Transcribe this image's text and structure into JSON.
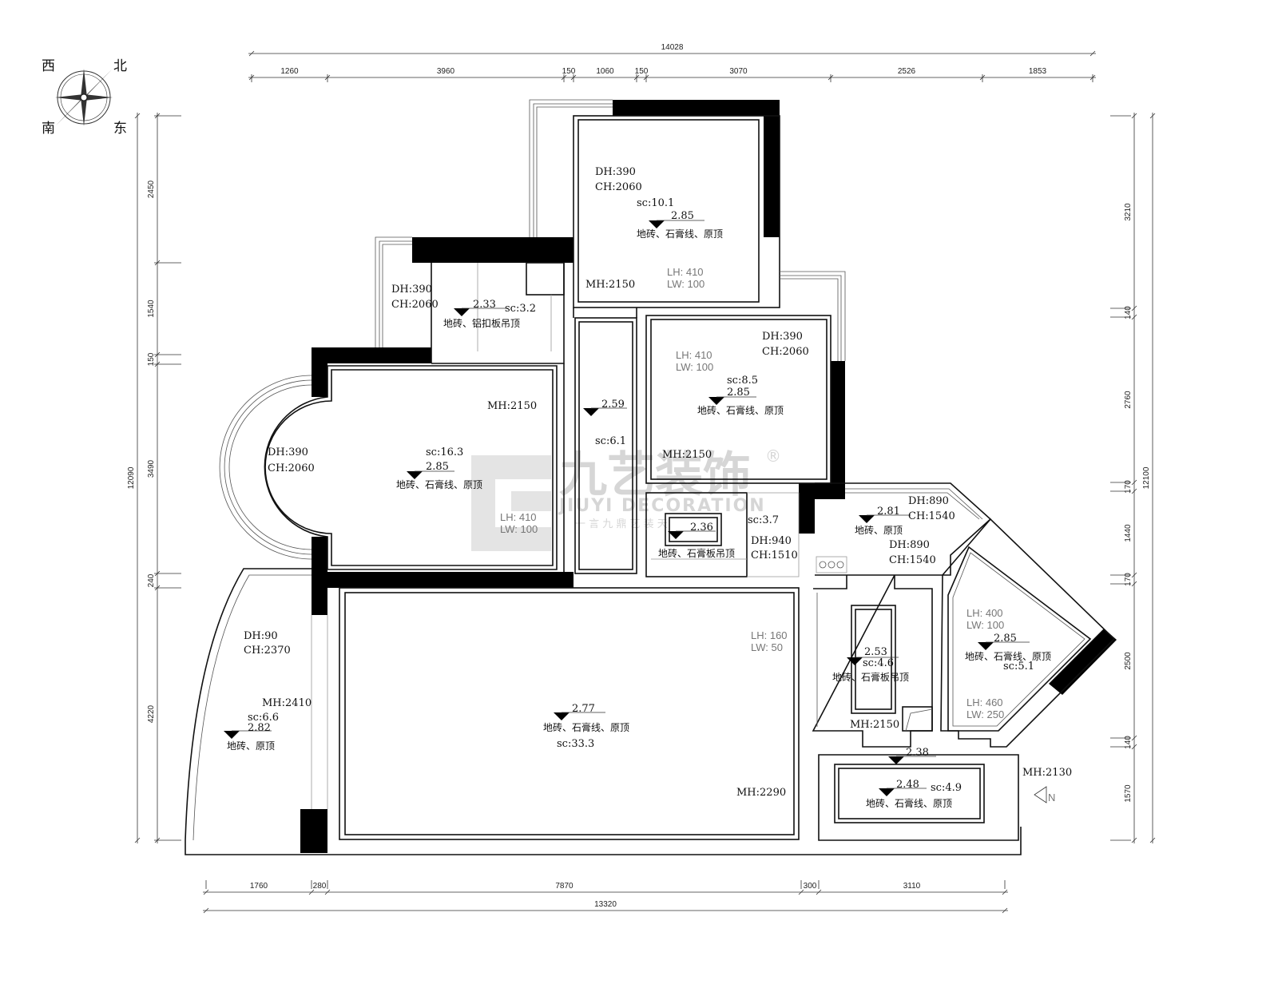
{
  "compass": {
    "west": "西",
    "north": "北",
    "south": "南",
    "east": "东"
  },
  "watermark": {
    "cn": "九艺装饰",
    "en": "JIUYI DECORATION",
    "slogan": "一 言 九 鼎   艺 装 天",
    "mark": "®"
  },
  "dimensions": {
    "top_total": "14028",
    "top": [
      "1260",
      "3960",
      "150",
      "1060",
      "150",
      "3070",
      "2526",
      "1853"
    ],
    "left_total": "12090",
    "left": [
      "2450",
      "1540",
      "150",
      "3490",
      "240",
      "4220"
    ],
    "right_total": "12100",
    "right": [
      "3210",
      "140",
      "2760",
      "170",
      "1440",
      "170",
      "2500",
      "140",
      "1570"
    ],
    "bottom_total": "13320",
    "bottom": [
      "1760",
      "280",
      "7870",
      "300",
      "3110"
    ]
  },
  "rooms": {
    "master_north": {
      "dh": "DH:390",
      "ch": "CH:2060",
      "sc": "sc:10.1",
      "level": "2.85",
      "finish": "地砖、石膏线、原顶",
      "mh": "MH:2150",
      "lh": "LH: 410",
      "lw": "LW: 100"
    },
    "small_room": {
      "dh": "DH:390",
      "ch": "CH:2060",
      "level": "2.33",
      "sc": "sc:3.2",
      "finish": "地砖、铝扣板吊顶"
    },
    "bedroom_east": {
      "dh": "DH:390",
      "ch": "CH:2060",
      "lh": "LH: 410",
      "lw": "LW: 100",
      "sc": "sc:8.5",
      "level": "2.85",
      "finish": "地砖、石膏线、原顶",
      "mh": "MH:2150"
    },
    "corridor": {
      "level": "2.59",
      "sc": "sc:6.1"
    },
    "bedroom_arched": {
      "mh": "MH:2150",
      "dh": "DH:390",
      "ch": "CH:2060",
      "sc": "sc:16.3",
      "level": "2.85",
      "finish": "地砖、石膏线、原顶",
      "lh": "LH: 410",
      "lw": "LW: 100"
    },
    "bath_small": {
      "level": "2.36",
      "finish": "地砖、石膏板吊顶",
      "sc": "sc:3.7",
      "dh": "DH:940",
      "ch": "CH:1510"
    },
    "kitchen": {
      "level": "2.81",
      "dh1": "DH:890",
      "ch1": "CH:1540",
      "finish": "地砖、原顶",
      "dh2": "DH:890",
      "ch2": "CH:1540"
    },
    "bath_mid": {
      "lh": "LH: 160",
      "lw": "LW: 50",
      "level": "2.53",
      "sc": "sc:4.6",
      "finish": "地砖、石膏板吊顶",
      "mh": "MH:2150"
    },
    "bedroom_angled": {
      "lh1": "LH: 400",
      "lw1": "LW: 100",
      "level": "2.85",
      "finish": "地砖、石膏线、原顶",
      "sc": "sc:5.1",
      "lh2": "LH: 460",
      "lw2": "LW: 250"
    },
    "bath_south": {
      "level_hall": "2.38",
      "level": "2.48",
      "sc": "sc:4.9",
      "finish": "地砖、石膏线、原顶",
      "mh": "MH:2130"
    },
    "living": {
      "level": "2.77",
      "finish": "地砖、石膏线、原顶",
      "sc": "sc:33.3",
      "mh": "MH:2290"
    },
    "balcony": {
      "dh": "DH:90",
      "ch": "CH:2370",
      "mh": "MH:2410",
      "sc": "sc:6.6",
      "level": "2.82",
      "finish": "地砖、原顶"
    }
  },
  "entry_mark": "N"
}
